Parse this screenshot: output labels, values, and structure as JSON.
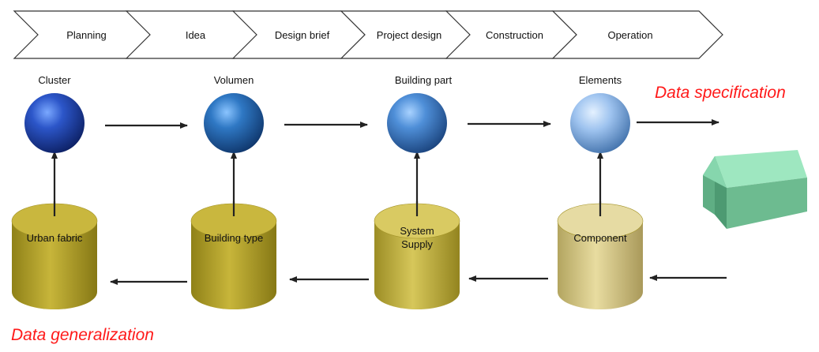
{
  "process_steps": [
    "Planning",
    "Idea",
    "Design brief",
    "Project design",
    "Construction",
    "Operation"
  ],
  "levels": [
    "Cluster",
    "Volumen",
    "Building part",
    "Elements"
  ],
  "storage": [
    [
      "Urban fabric"
    ],
    [
      "Building type"
    ],
    [
      "System",
      "Supply"
    ],
    [
      "Component"
    ]
  ],
  "data_specification": "Data specification",
  "data_generalization": "Data generalization",
  "colors": {
    "sphere_fill": [
      "#1f45b8",
      "#2f78c4",
      "#4f8fd8",
      "#9ec3ef"
    ],
    "cylinder_fill": [
      "#c7b53a",
      "#c7b53a",
      "#d6c75a",
      "#e0d38f"
    ],
    "arrow": "#222222",
    "text_red": "#ff1a1a",
    "house_roof": "#9ee7c0",
    "house_wall": "#6dbb90"
  }
}
